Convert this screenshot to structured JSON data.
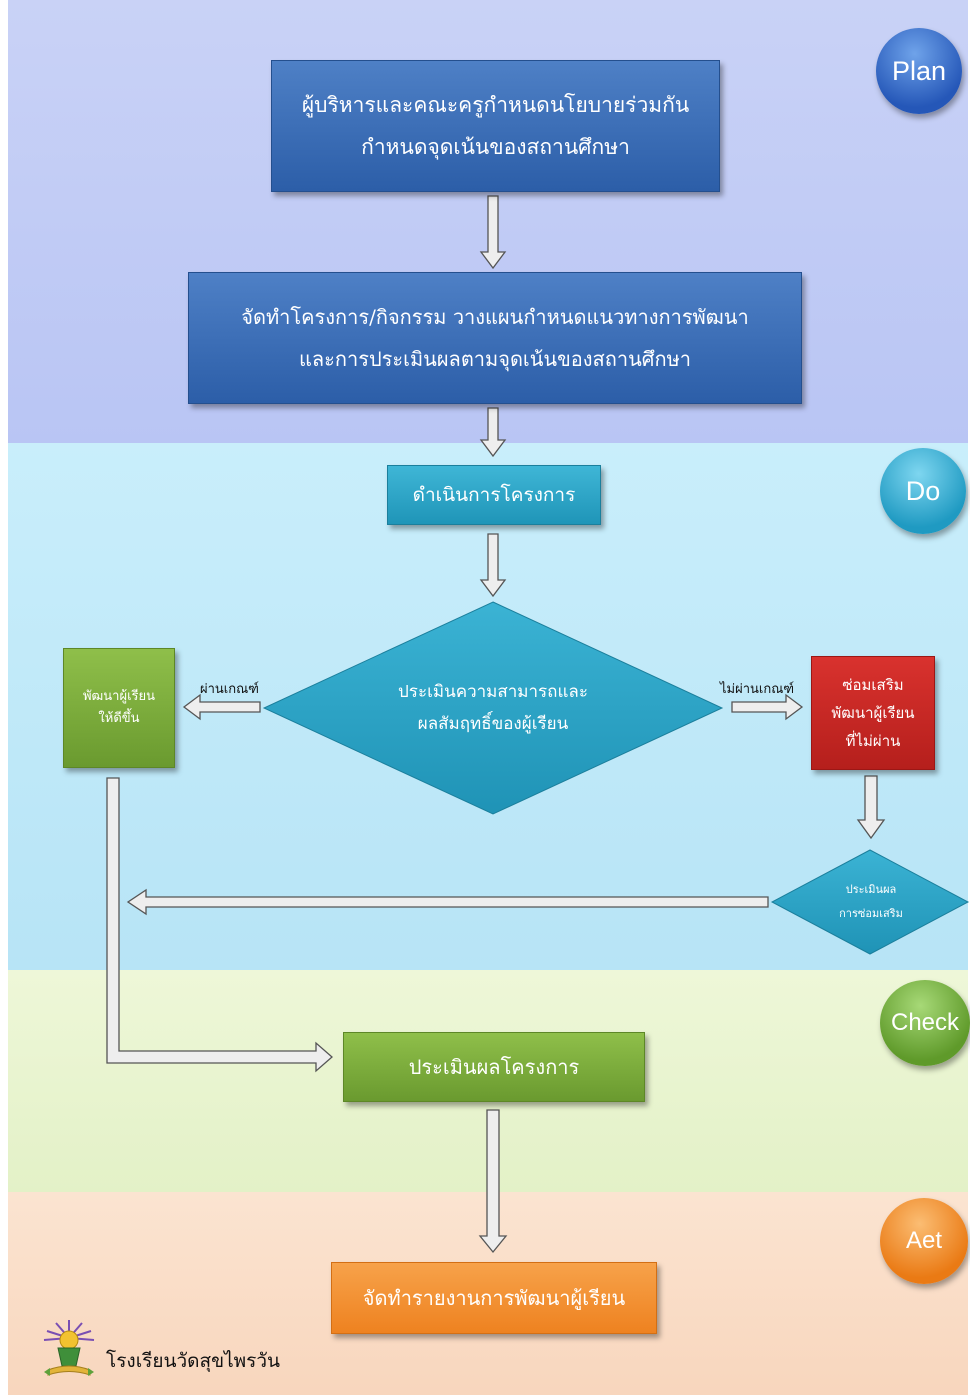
{
  "phases": {
    "plan": "Plan",
    "do": "Do",
    "check": "Check",
    "act": "Aet"
  },
  "steps": {
    "policy": "ผู้บริหารและคณะครูกำหนดนโยบายร่วมกัน\nกำหนดจุดเน้นของสถานศึกษา",
    "project_plan": "จัดทำโครงการ/กิจกรรม วางแผนกำหนดแนวทางการพัฒนา\nและการประเมินผลตามจุดเน้นของสถานศึกษา",
    "implement": "ดำเนินการโครงการ",
    "assess": "ประเมินความสามารถและ\nผลสัมฤทธิ์ของผู้เรียน",
    "develop_better": "พัฒนาผู้เรียน\nให้ดีขึ้น",
    "remedial": "ซ่อมเสริม\nพัฒนาผู้เรียน\nที่ไม่ผ่าน",
    "remedial_eval": "ประเมินผล\nการซ่อมเสริม",
    "project_eval": "ประเมินผลโครงการ",
    "report": "จัดทำรายงานการพัฒนาผู้เรียน"
  },
  "branch_labels": {
    "pass": "ผ่านเกณฑ์",
    "fail": "ไม่ผ่านเกณฑ์"
  },
  "footer": {
    "school_name": "โรงเรียนวัดสุขไพรวัน"
  },
  "colors": {
    "plan": "#2c5ea8",
    "do": "#1f95b8",
    "check": "#6a9a2f",
    "remedial": "#b51f1c",
    "act": "#ee8220"
  }
}
